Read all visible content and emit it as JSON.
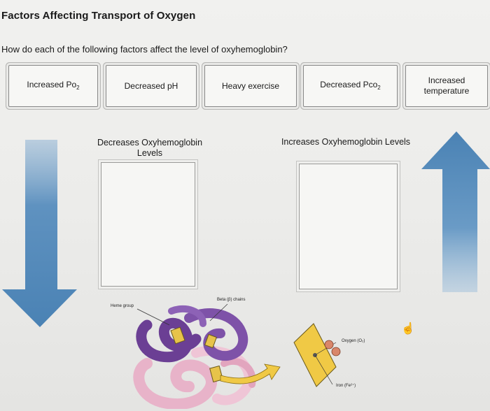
{
  "header": {
    "title": "Factors Affecting Transport of Oxygen",
    "question": "How do each of the following factors affect the level of oxyhemoglobin?"
  },
  "cards": [
    {
      "label": "Increased Po",
      "sub": "2"
    },
    {
      "label": "Decreased pH",
      "sub": ""
    },
    {
      "label": "Heavy exercise",
      "sub": ""
    },
    {
      "label": "Decreased Pco",
      "sub": "2"
    },
    {
      "label": "Increased temperature",
      "sub": ""
    }
  ],
  "zones": {
    "decrease_label": "Decreases Oxyhemoglobin Levels",
    "increase_label": "Increases Oxyhemoglobin Levels"
  },
  "diagram": {
    "beta_label": "Beta (β) chains",
    "heme_label": "Heme group",
    "oxygen_label": "Oxygen (O₂)",
    "iron_label": "Iron (Fe²⁺)"
  },
  "icons": {
    "down_arrow": "arrow-down-icon",
    "up_arrow": "arrow-up-icon",
    "cursor": "hand-pointer-icon"
  },
  "colors": {
    "arrow_blue": "#4f88b8",
    "hemoglobin_purple": "#6b3f94",
    "hemoglobin_pink": "#e6a9c4",
    "heme_yellow": "#e7c34a"
  }
}
